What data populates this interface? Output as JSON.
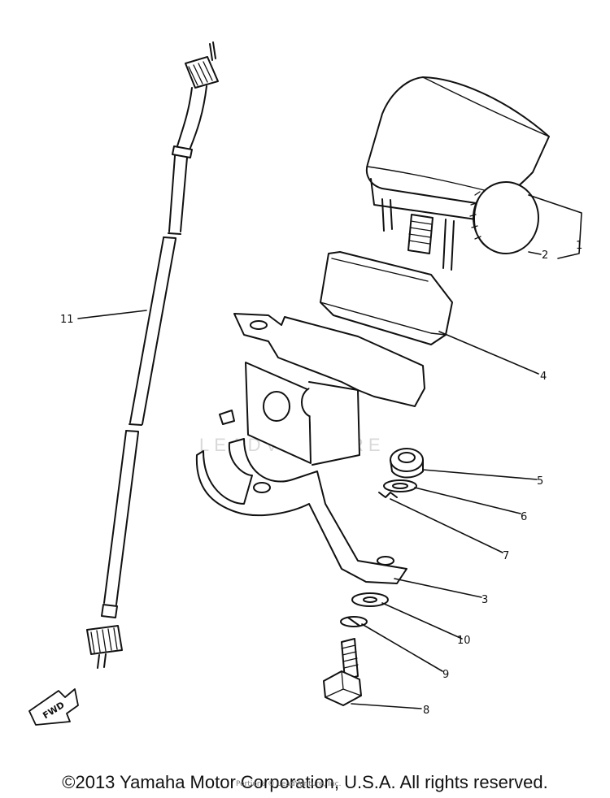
{
  "callouts": {
    "c1": "1",
    "c2": "2",
    "c3": "3",
    "c4": "4",
    "c5": "5",
    "c6": "6",
    "c7": "7",
    "c8": "8",
    "c9": "9",
    "c10": "10",
    "c11": "11"
  },
  "fwd_label": "FWD",
  "watermark": "LEADVENTURE",
  "small_watermark": "Portions © LeadVenture, Inc.",
  "copyright": "©2013 Yamaha Motor Corporation, U.S.A. All rights reserved."
}
